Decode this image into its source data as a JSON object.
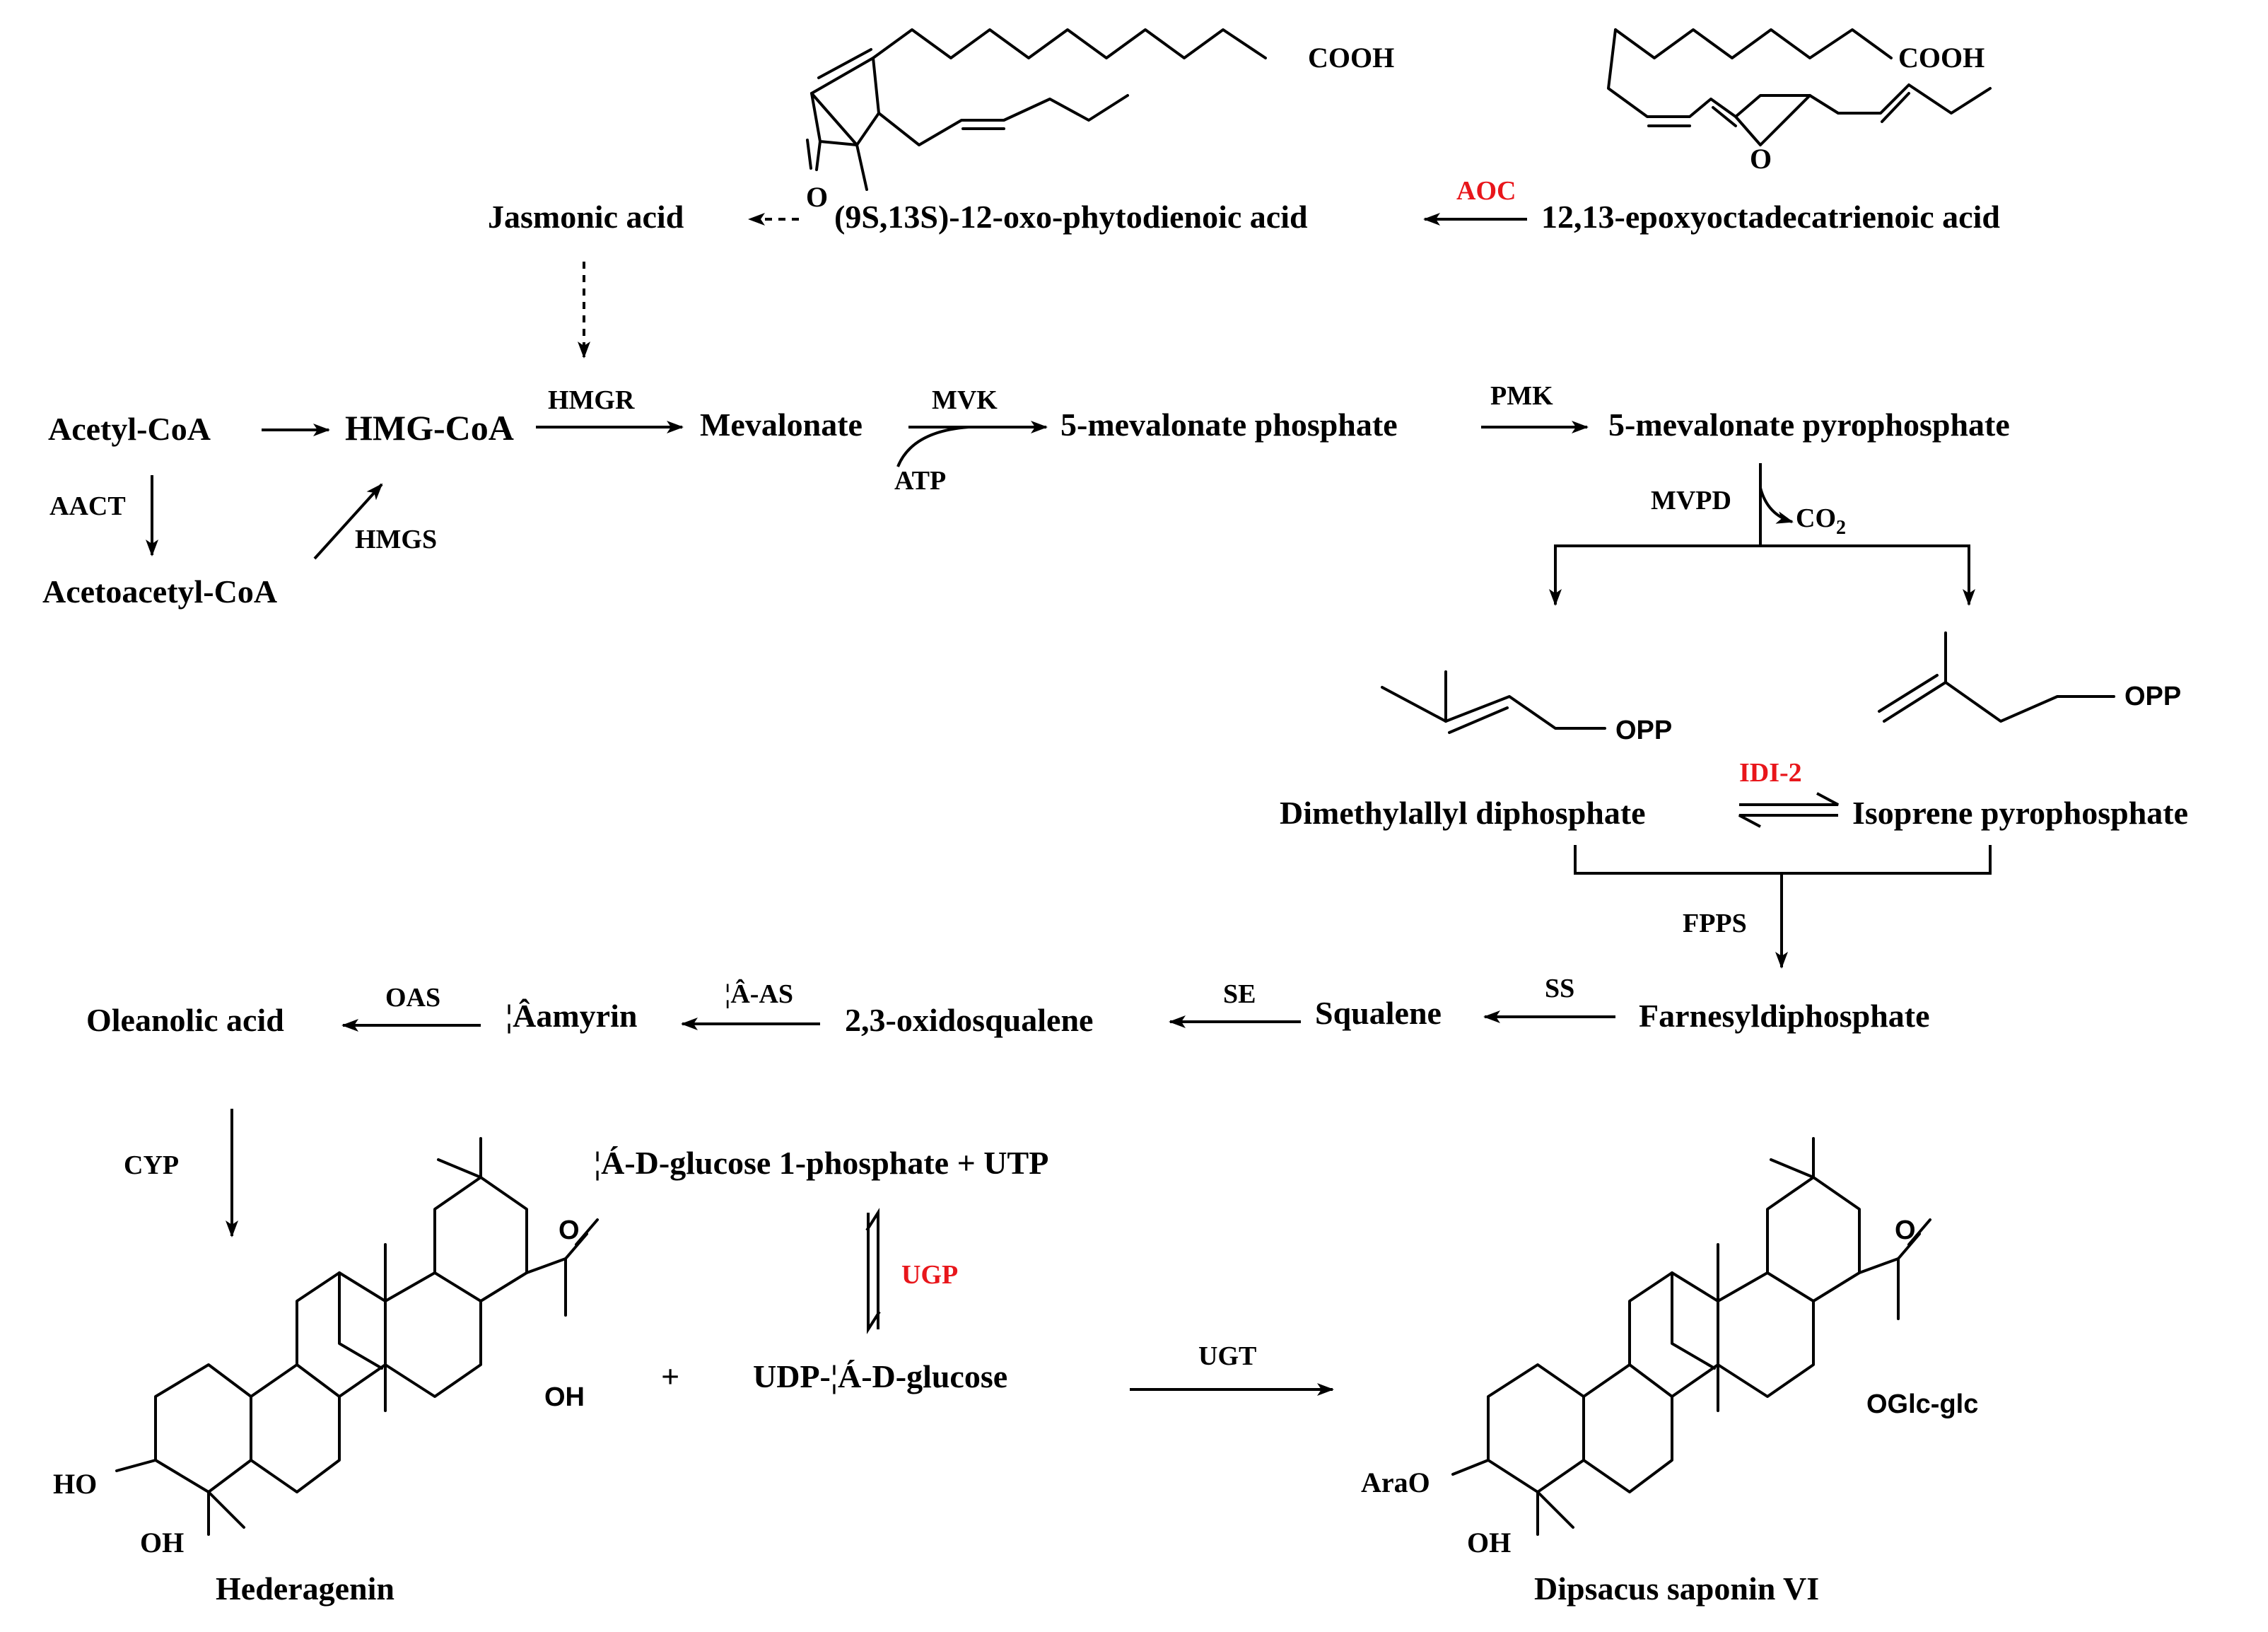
{
  "compounds": {
    "jasmonic_acid": "Jasmonic acid",
    "opda": "(9S,13S)-12-oxo-phytodienoic acid",
    "eot": "12,13-epoxyoctadecatrienoic acid",
    "acetyl_coa": "Acetyl-CoA",
    "hmg_coa": "HMG-CoA",
    "acetoacetyl_coa": "Acetoacetyl-CoA",
    "mevalonate": "Mevalonate",
    "mev_phosphate": "5-mevalonate phosphate",
    "mev_pyrophosphate": "5-mevalonate pyrophosphate",
    "dmapp": "Dimethylallyl diphosphate",
    "ipp": "Isoprene pyrophosphate",
    "farnesyl": "Farnesyldiphosphate",
    "squalene": "Squalene",
    "oxidosqualene": "2,3-oxidosqualene",
    "amyrin": "¦Âamyrin",
    "oleanolic": "Oleanolic acid",
    "glucose1p": "¦Á-D-glucose 1-phosphate  +  UTP",
    "udp_glucose": "UDP-¦Á-D-glucose",
    "plus": "+",
    "hederagenin": "Hederagenin",
    "dipsacus": "Dipsacus saponin VI"
  },
  "cofactors": {
    "atp": "ATP",
    "co2": "CO",
    "co2_sub": "2"
  },
  "enzymes": {
    "aoc": "AOC",
    "aact": "AACT",
    "hmgs": "HMGS",
    "hmgr": "HMGR",
    "mvk": "MVK",
    "pmk": "PMK",
    "mvpd": "MVPD",
    "idi2": "IDI-2",
    "fpps": "FPPS",
    "ss": "SS",
    "se": "SE",
    "bas": "¦Â-AS",
    "oas": "OAS",
    "cyp": "CYP",
    "ugp": "UGP",
    "ugt": "UGT"
  },
  "structure_labels": {
    "cooh": "COOH",
    "oxo": "O",
    "opp": "OPP",
    "o": "O",
    "oh": "OH",
    "ho": "HO",
    "arao": "AraO",
    "oglc": "OGlc-glc"
  },
  "colors": {
    "highlight_enzyme": "#e8161b",
    "default": "#000000"
  }
}
